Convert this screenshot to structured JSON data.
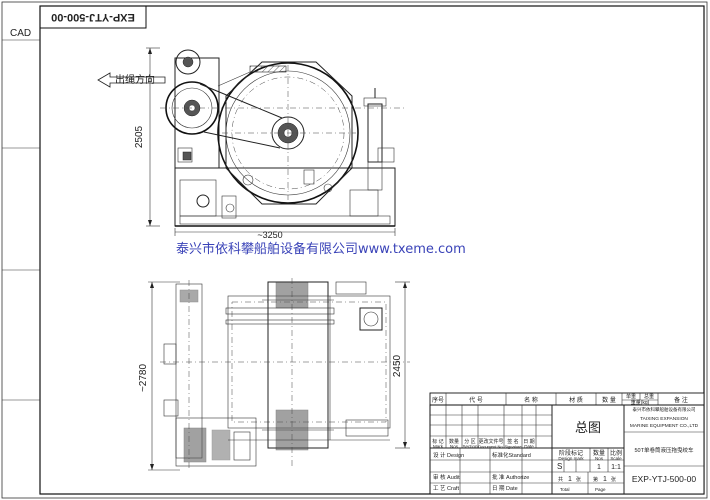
{
  "drawing": {
    "rotated_code": "EXP-YTJ-500-00",
    "cad_label": "CAD",
    "rope_direction": "出绳方向",
    "watermark": "泰兴市依科攀船舶设备有限公司www.txeme.com"
  },
  "dimensions": {
    "front_height": "2505",
    "front_width": "~3250",
    "side_overall": "~2780",
    "side_height": "2450"
  },
  "title_block": {
    "headers": {
      "seq": "序号",
      "code": "代 号",
      "name": "名 称",
      "material": "材 质",
      "quantity": "数 量",
      "unit_weight": "单重",
      "total_weight": "总重",
      "weight_unit": "重量(kg)",
      "remark": "备 注"
    },
    "company_cn": "泰兴市依科攀船舶设备有限公司",
    "company_en1": "TAIXING EXPANSION",
    "company_en2": "MARINE EQUIPMENT CO.,LTD",
    "drawing_title": "总图",
    "product_name": "50T单卷筒液压拖曳绞车",
    "drawing_number": "EXP-YTJ-500-00",
    "revision_row": {
      "mark": "标 记",
      "mark_en": "Mark",
      "nos": "数量",
      "nos_en": "Nos",
      "section": "分 区",
      "section_en": "Section",
      "doc_no": "更改文件号",
      "doc_no_en": "Document No.",
      "signature": "签 名",
      "signature_en": "Signature",
      "date": "日 期",
      "date_en": "Date"
    },
    "design_label": "设 计 Design",
    "standard_label": "标准化Standard",
    "audit_label": "审 核 Audit",
    "authorize_label": "批 准 Authorize",
    "craft_label": "工 艺 Craft",
    "date_label": "日 期 Date",
    "stage_label": "阶段标记",
    "stage_label_en": "Design mark",
    "qty_label": "数量",
    "qty_label_en": "Nos",
    "scale_label": "比例",
    "scale_label_en": "Scale",
    "stage_value": "S",
    "qty_value": "1",
    "scale_value": "1:1",
    "total_label": "共",
    "total_value": "1",
    "total_suffix": "张",
    "total_en": "Total",
    "page_label": "第",
    "page_value": "1",
    "page_suffix": "张",
    "page_en": "Page"
  }
}
